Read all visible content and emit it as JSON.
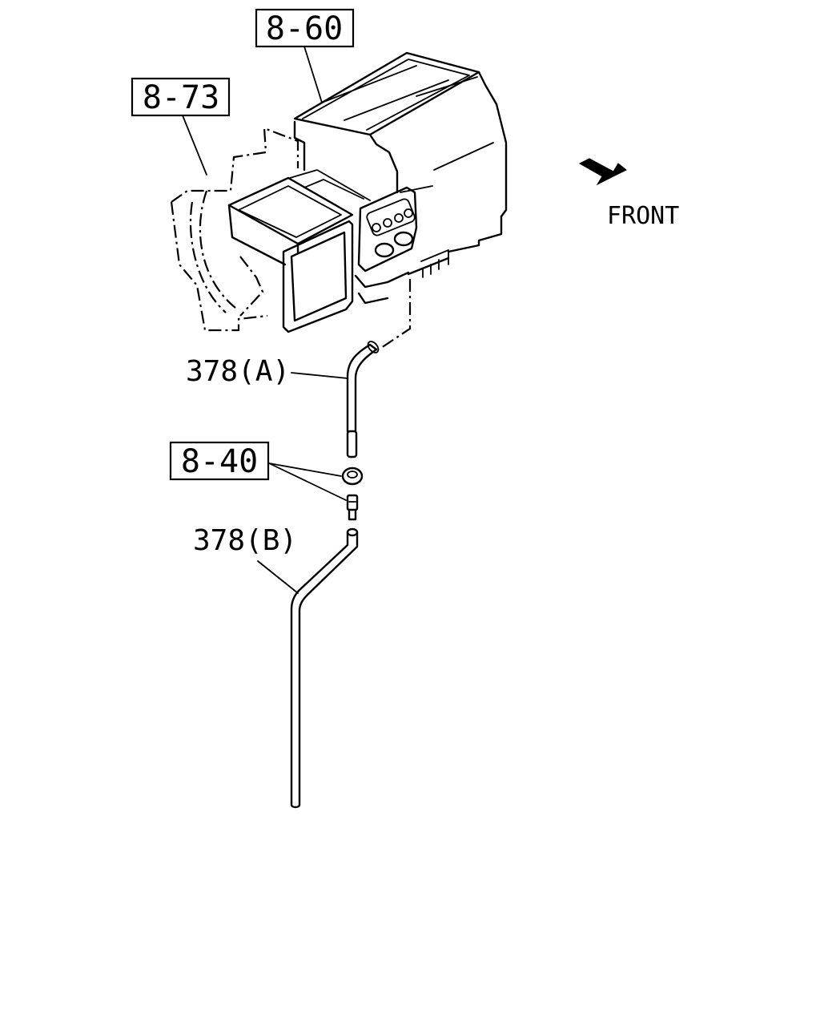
{
  "callouts": {
    "ref_860": "8-60",
    "ref_873": "8-73",
    "ref_840": "8-40"
  },
  "parts": {
    "hose_a": "378(A)",
    "hose_b": "378(B)"
  },
  "orientation": {
    "front_label": "FRONT",
    "arrow_icon": "front-direction-arrow-icon"
  }
}
